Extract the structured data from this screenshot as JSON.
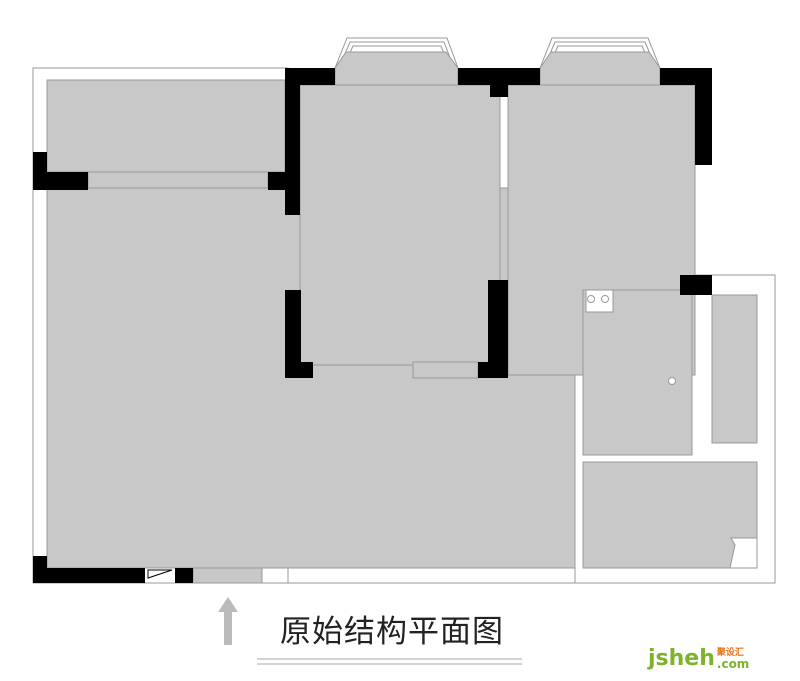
{
  "title": "原始结构平面图",
  "logo": {
    "main": "jsheh",
    "cn": "聚设汇",
    "com": ".com"
  },
  "colors": {
    "floor": "#c8c8c8",
    "wall": "#000000",
    "line": "#999999",
    "arrow": "#bbbbbb",
    "logo_green": "#7cb32a",
    "logo_orange": "#e8731a"
  }
}
